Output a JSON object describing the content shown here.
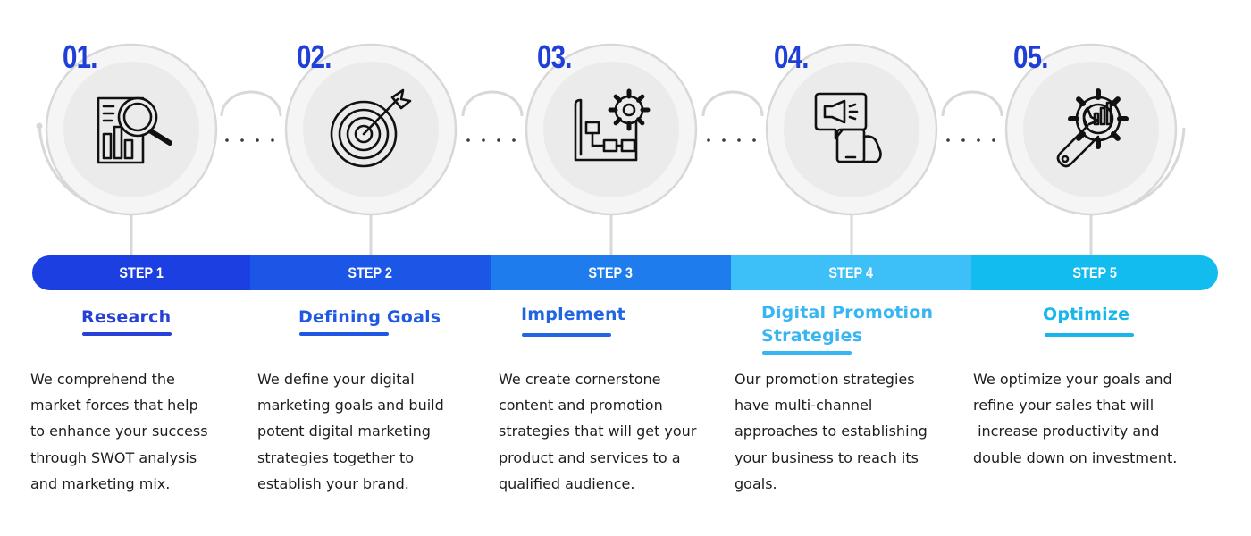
{
  "colors": {
    "number": "#1f3fd6",
    "connector": "#d8d8d8",
    "circle_outer": "#f5f5f5",
    "circle_inner": "#ebebeb",
    "dots": "#3a3a3a",
    "icon_stroke": "#111111",
    "text": "#1d1d1d"
  },
  "steps": [
    {
      "number": "01.",
      "step_label": "STEP 1",
      "title_lines": [
        "Research"
      ],
      "description_lines": [
        "We comprehend the",
        "market forces that help",
        "to enhance your success",
        "through SWOT analysis",
        "and marketing mix."
      ],
      "bar_color": "#1b3fe0",
      "title_color": "#2741d8",
      "icon": "research-chart-magnifier-icon"
    },
    {
      "number": "02.",
      "step_label": "STEP 2",
      "title_lines": [
        "Defining Goals"
      ],
      "description_lines": [
        "We define your digital",
        "marketing goals and build",
        "potent digital marketing",
        "strategies together to",
        "establish your brand."
      ],
      "bar_color": "#1c56e6",
      "title_color": "#2058e4",
      "icon": "target-arrow-icon"
    },
    {
      "number": "03.",
      "step_label": "STEP 3",
      "title_lines": [
        "Implement"
      ],
      "description_lines": [
        "We create cornerstone",
        "content and promotion",
        "strategies that will get your",
        "product and services to a",
        "qualified audience."
      ],
      "bar_color": "#1f7cec",
      "title_color": "#2066e0",
      "icon": "blueprint-gear-icon"
    },
    {
      "number": "04.",
      "step_label": "STEP 4",
      "title_lines": [
        "Digital Promotion",
        "Strategies"
      ],
      "description_lines": [
        "Our promotion strategies",
        "have multi-channel",
        "approaches to establishing",
        "your business to reach its",
        "goals."
      ],
      "bar_color": "#3dc0f8",
      "title_color": "#38b6f2",
      "icon": "megaphone-tablet-icon"
    },
    {
      "number": "05.",
      "step_label": "STEP 5",
      "title_lines": [
        "Optimize"
      ],
      "description_lines": [
        "We optimize your goals and",
        "refine your sales that will",
        " increase productivity and",
        "double down on investment."
      ],
      "bar_color": "#12bcef",
      "title_color": "#18b6ea",
      "icon": "wrench-gear-chart-icon"
    }
  ]
}
